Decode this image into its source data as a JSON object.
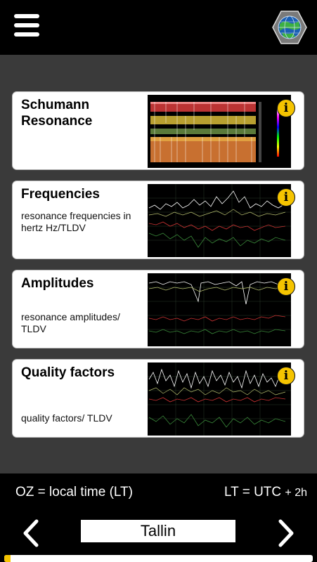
{
  "cards": [
    {
      "title": "Schumann Resonance",
      "subtitle": ""
    },
    {
      "title": "Frequencies",
      "subtitle": "resonance frequencies in hertz Hz/TLDV"
    },
    {
      "title": "Amplitudes",
      "subtitle": "resonance amplitudes/ TLDV"
    },
    {
      "title": "Quality factors",
      "subtitle": "quality factors/ TLDV"
    }
  ],
  "info_glyph": "i",
  "footer": {
    "timezone_left": "OZ = local time (LT)",
    "timezone_right": "LT = UTC",
    "utc_offset": "+ 2h",
    "city": "Tallin",
    "progress_fraction": 0.02
  },
  "colors": {
    "accent": "#f5c400",
    "background": "#000000",
    "content_bg": "#3a3a3a"
  },
  "icons": {
    "menu": "hamburger-icon",
    "logo": "globe-logo-icon",
    "info": "info-icon",
    "prev": "chevron-left-icon",
    "next": "chevron-right-icon"
  }
}
